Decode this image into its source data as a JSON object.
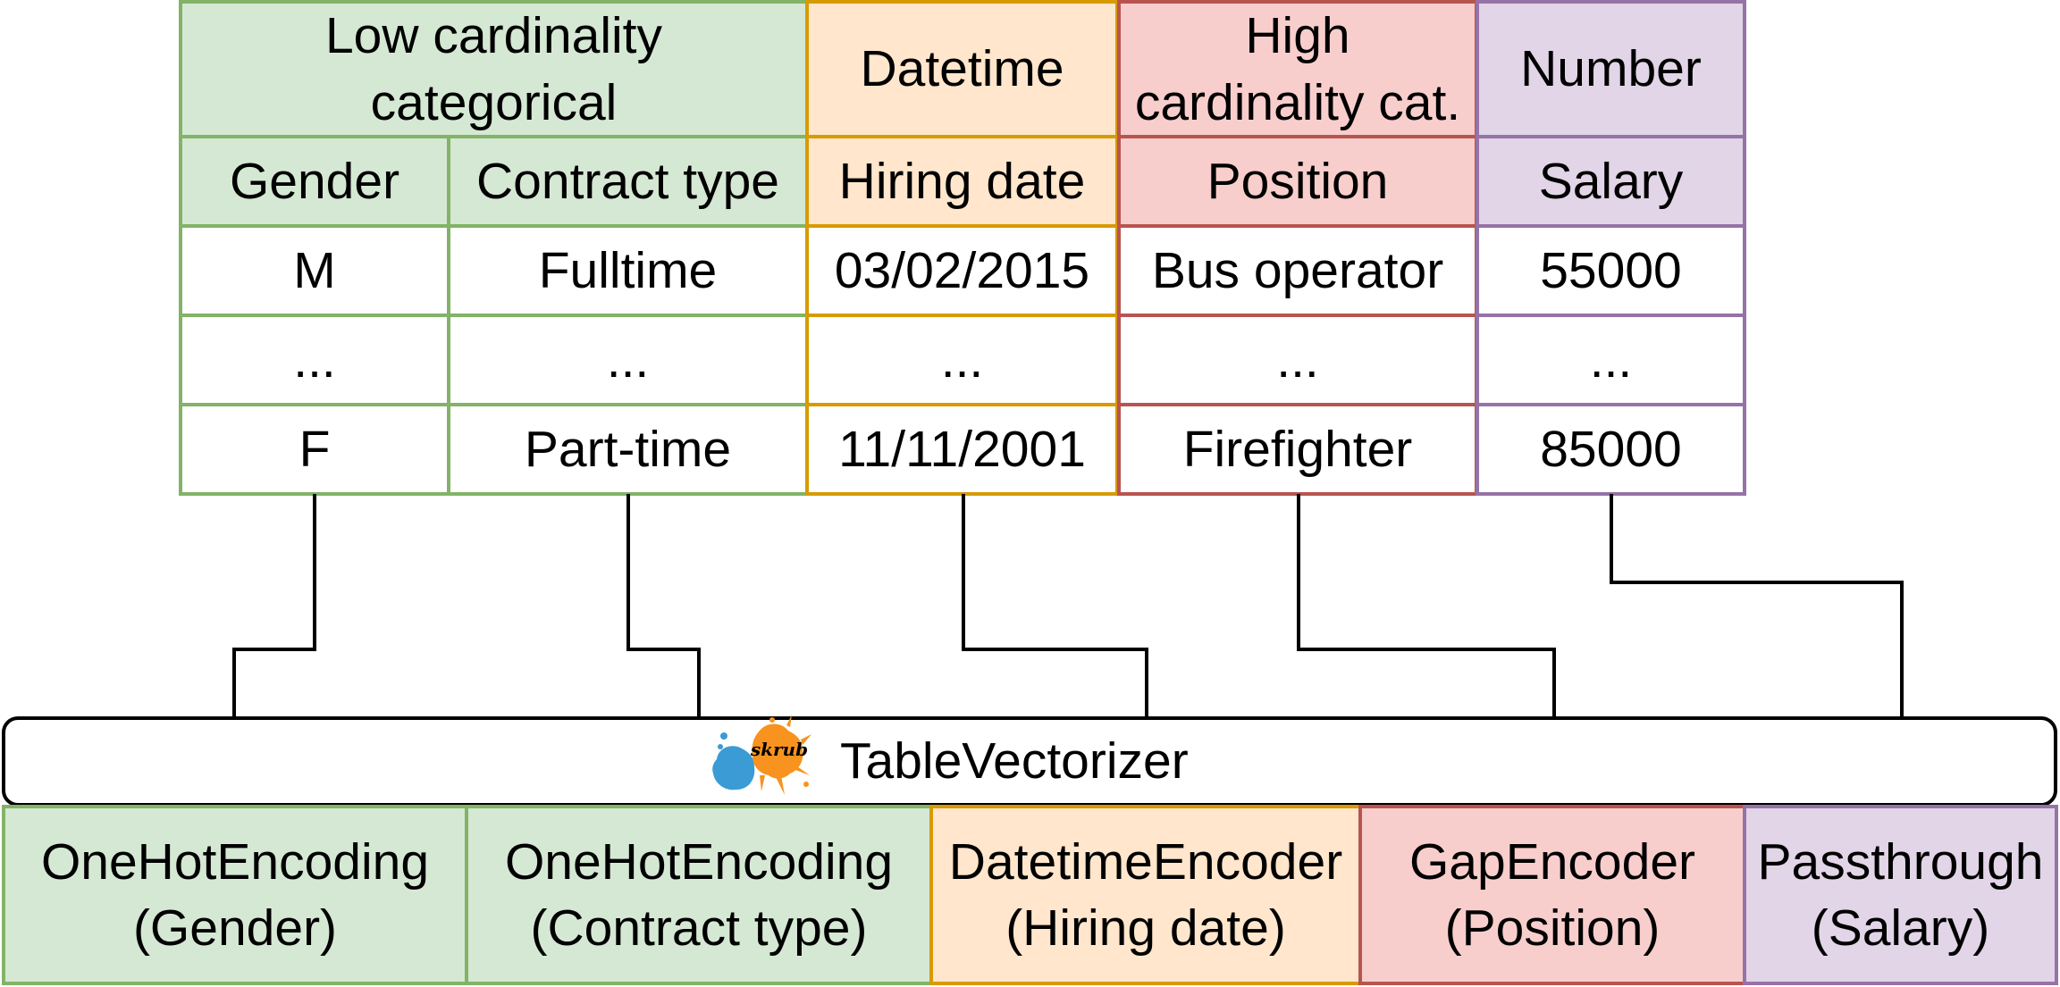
{
  "colors": {
    "green_fill": "#d5e8d4",
    "green_border": "#82b366",
    "orange_fill": "#ffe6cc",
    "orange_border": "#d79b00",
    "red_fill": "#f8cecc",
    "red_border": "#b85450",
    "purple_fill": "#e1d5e7",
    "purple_border": "#9673a6",
    "logo_blue": "#3a9bd5",
    "logo_orange": "#f7931e"
  },
  "table": {
    "groups": [
      {
        "label": "Low cardinality\ncategorical",
        "color": "green"
      },
      {
        "label": "Datetime",
        "color": "orange"
      },
      {
        "label": "High\ncardinality cat.",
        "color": "red"
      },
      {
        "label": "Number",
        "color": "purple"
      }
    ],
    "columns": [
      "Gender",
      "Contract type",
      "Hiring date",
      "Position",
      "Salary"
    ],
    "rows": [
      [
        "M",
        "Fulltime",
        "03/02/2015",
        "Bus operator",
        "55000"
      ],
      [
        "...",
        "...",
        "...",
        "...",
        "..."
      ],
      [
        "F",
        "Part-time",
        "11/11/2001",
        "Firefighter",
        "85000"
      ]
    ]
  },
  "vectorizer": {
    "label": "TableVectorizer",
    "logo_text": "skrub",
    "logo_icon": "skrub-splash-logo-icon"
  },
  "encoders": [
    {
      "name": "OneHotEncoding",
      "column": "(Gender)"
    },
    {
      "name": "OneHotEncoding",
      "column": "(Contract type)"
    },
    {
      "name": "DatetimeEncoder",
      "column": "(Hiring date)"
    },
    {
      "name": "GapEncoder",
      "column": "(Position)"
    },
    {
      "name": "Passthrough",
      "column": "(Salary)"
    }
  ]
}
